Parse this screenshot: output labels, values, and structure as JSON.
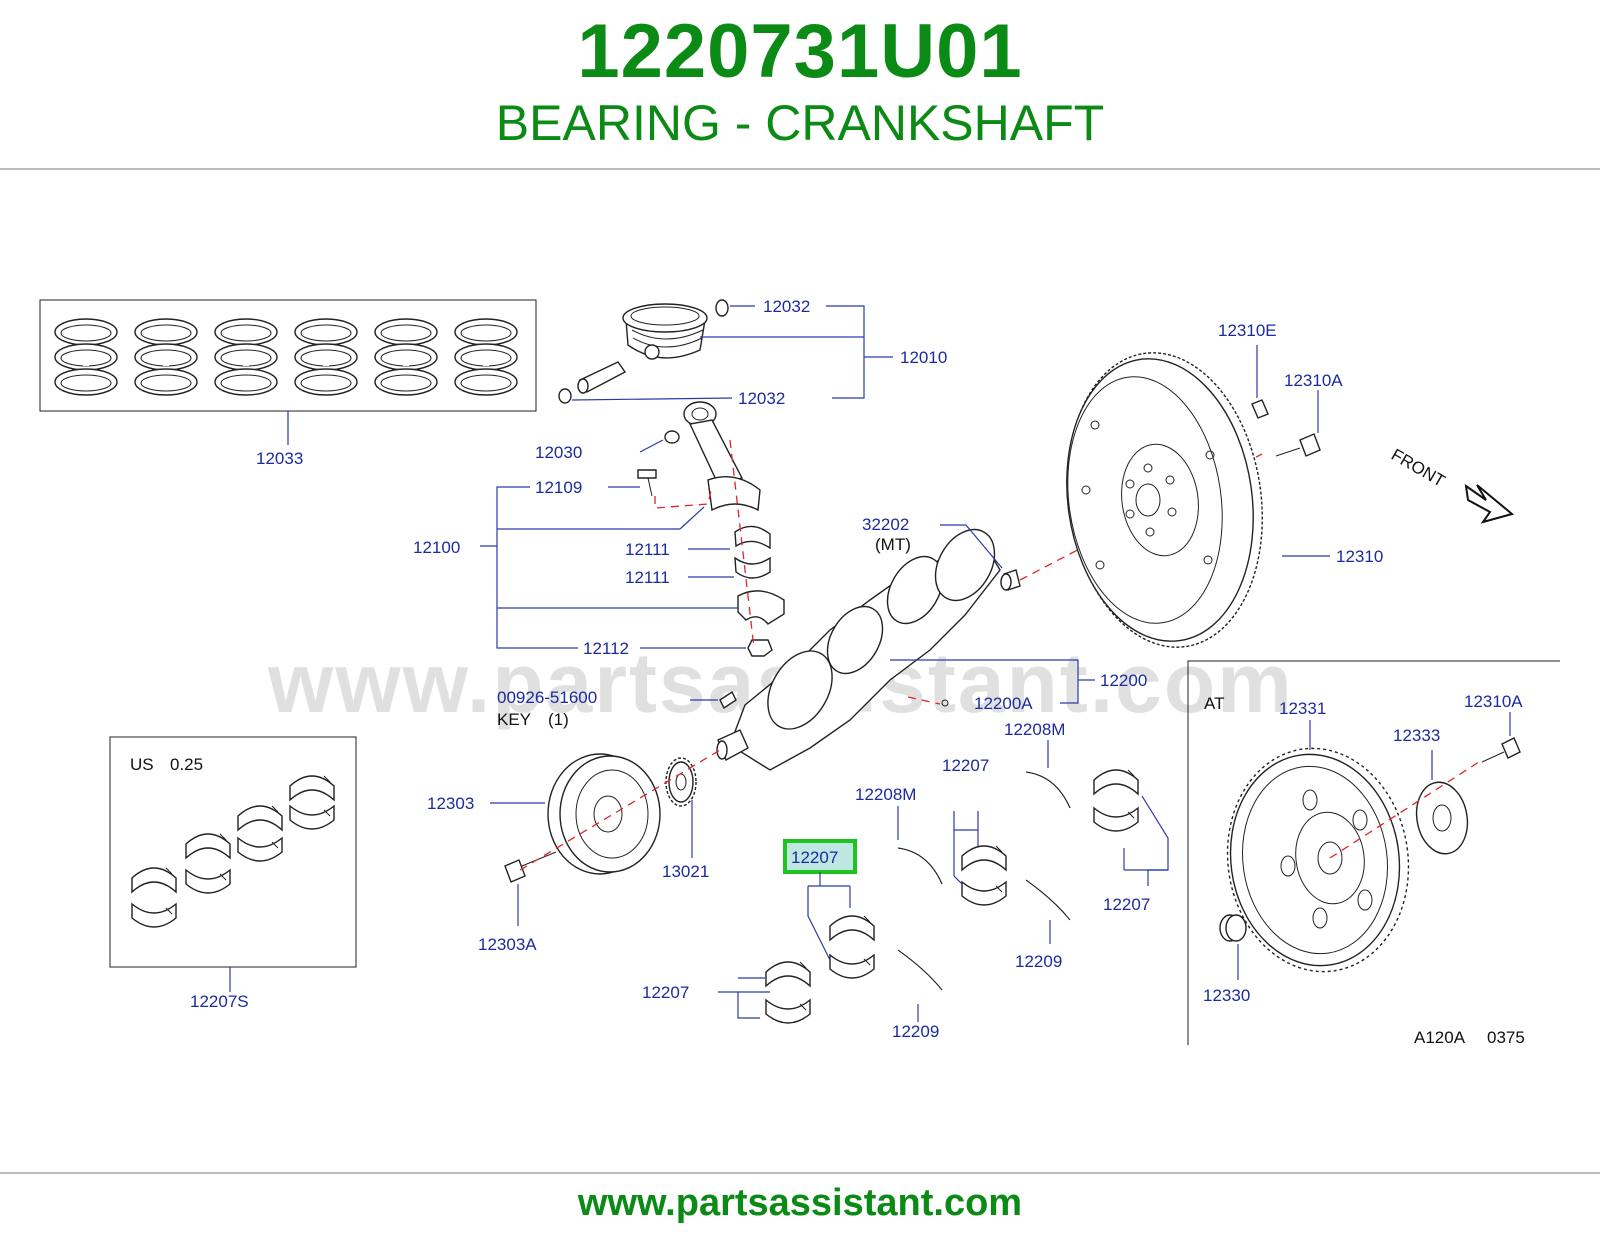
{
  "header": {
    "part_number": "1220731U01",
    "part_name": "BEARING - CRANKSHAFT"
  },
  "watermark": "www.partsassistant.com",
  "footer": {
    "url": "www.partsassistant.com"
  },
  "diagram": {
    "labels": {
      "p12033": "12033",
      "p12032a": "12032",
      "p12032b": "12032",
      "p12010": "12010",
      "p12030": "12030",
      "p12109": "12109",
      "p12100": "12100",
      "p12111a": "12111",
      "p12111b": "12111",
      "p12112": "12112",
      "p32202": "32202",
      "mt": "(MT)",
      "p12310E": "12310E",
      "p12310A": "12310A",
      "front": "FRONT",
      "p12310": "12310",
      "p12200": "12200",
      "p12200A": "12200A",
      "key_part": "00926-51600",
      "key": "KEY",
      "key_qty": "(1)",
      "us": "US",
      "us_value": "0.25",
      "p12207S": "12207S",
      "p12303": "12303",
      "p12303A": "12303A",
      "p13021": "13021",
      "p12207_highlight": "12207",
      "p12207a": "12207",
      "p12207b": "12207",
      "p12207c": "12207",
      "p12208Ma": "12208M",
      "p12208Mb": "12208M",
      "p12209a": "12209",
      "p12209b": "12209",
      "at": "AT",
      "p12331": "12331",
      "p12333": "12333",
      "p12310A_at": "12310A",
      "p12330": "12330",
      "code": "A120A",
      "code_num": "0375"
    },
    "colors": {
      "title_green": "#0b8a15",
      "label_blue": "#1c2b9e",
      "axis_red": "#e0242c",
      "highlight_green": "#1fc21f",
      "highlight_fill": "#bfe7e2"
    }
  }
}
